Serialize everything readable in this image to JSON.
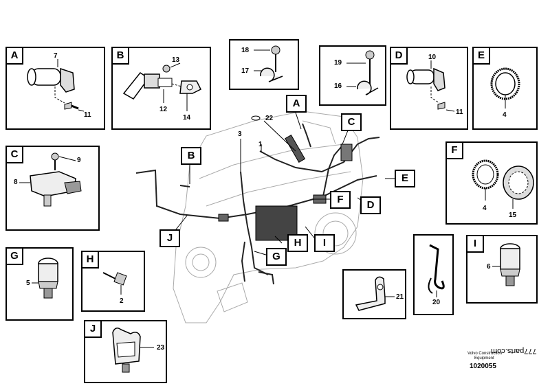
{
  "panels": {
    "A": {
      "letter": "A",
      "labels": [
        "7",
        "11"
      ]
    },
    "B": {
      "letter": "B",
      "labels": [
        "13",
        "12",
        "14"
      ]
    },
    "C": {
      "letter": "C",
      "labels": [
        "9",
        "8"
      ]
    },
    "D": {
      "letter": "D",
      "labels": [
        "10",
        "11"
      ]
    },
    "E": {
      "letter": "E",
      "labels": [
        "4"
      ]
    },
    "F": {
      "letter": "F",
      "labels": [
        "4",
        "15"
      ]
    },
    "G": {
      "letter": "G",
      "labels": [
        "5"
      ]
    },
    "H": {
      "letter": "H",
      "labels": [
        "2"
      ]
    },
    "I": {
      "letter": "I",
      "labels": [
        "6"
      ]
    },
    "J": {
      "letter": "J",
      "labels": [
        "23"
      ]
    },
    "clip1": {
      "labels": [
        "18",
        "17"
      ]
    },
    "clip2": {
      "labels": [
        "19",
        "16"
      ]
    },
    "part21": {
      "labels": [
        "21"
      ]
    },
    "part20": {
      "labels": [
        "20"
      ]
    }
  },
  "engine_callouts": [
    "A",
    "B",
    "C",
    "D",
    "E",
    "F",
    "G",
    "H",
    "I",
    "J"
  ],
  "engine_labels": [
    "22",
    "3",
    "1"
  ],
  "watermark": "777parts.com",
  "footer": {
    "brand": "Volvo Construction",
    "brand2": "Equipment",
    "code": "1020055"
  }
}
